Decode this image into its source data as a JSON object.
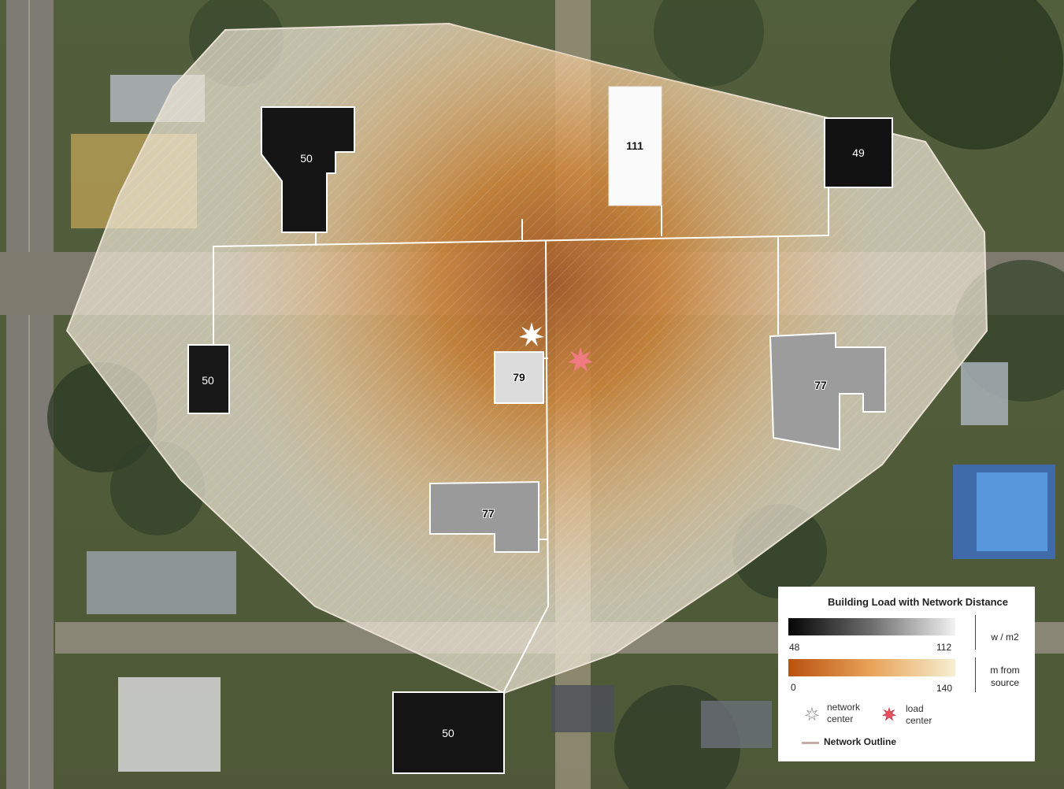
{
  "legend": {
    "title": "Building Load with Network Distance",
    "load_min": "48",
    "load_max": "112",
    "load_unit": "w / m2",
    "dist_min": "0",
    "dist_max": "140",
    "dist_unit_line1": "m from",
    "dist_unit_line2": "source",
    "network_center_line1": "network",
    "network_center_line2": "center",
    "load_center_line1": "load",
    "load_center_line2": "center",
    "network_outline": "Network Outline"
  },
  "buildings": [
    {
      "id": "nw",
      "label": "50"
    },
    {
      "id": "north",
      "label": "111"
    },
    {
      "id": "ne",
      "label": "49"
    },
    {
      "id": "west",
      "label": "50"
    },
    {
      "id": "center",
      "label": "79"
    },
    {
      "id": "east",
      "label": "77"
    },
    {
      "id": "south",
      "label": "77"
    },
    {
      "id": "bottom",
      "label": "50"
    }
  ],
  "colors": {
    "load_low": "#050505",
    "load_high": "#f2f2f2",
    "dist_near": "#b8520f",
    "dist_far": "#f6efd0",
    "network_center": "#ffffff",
    "load_center": "#f07a82",
    "outline": "#c7aaa4"
  }
}
